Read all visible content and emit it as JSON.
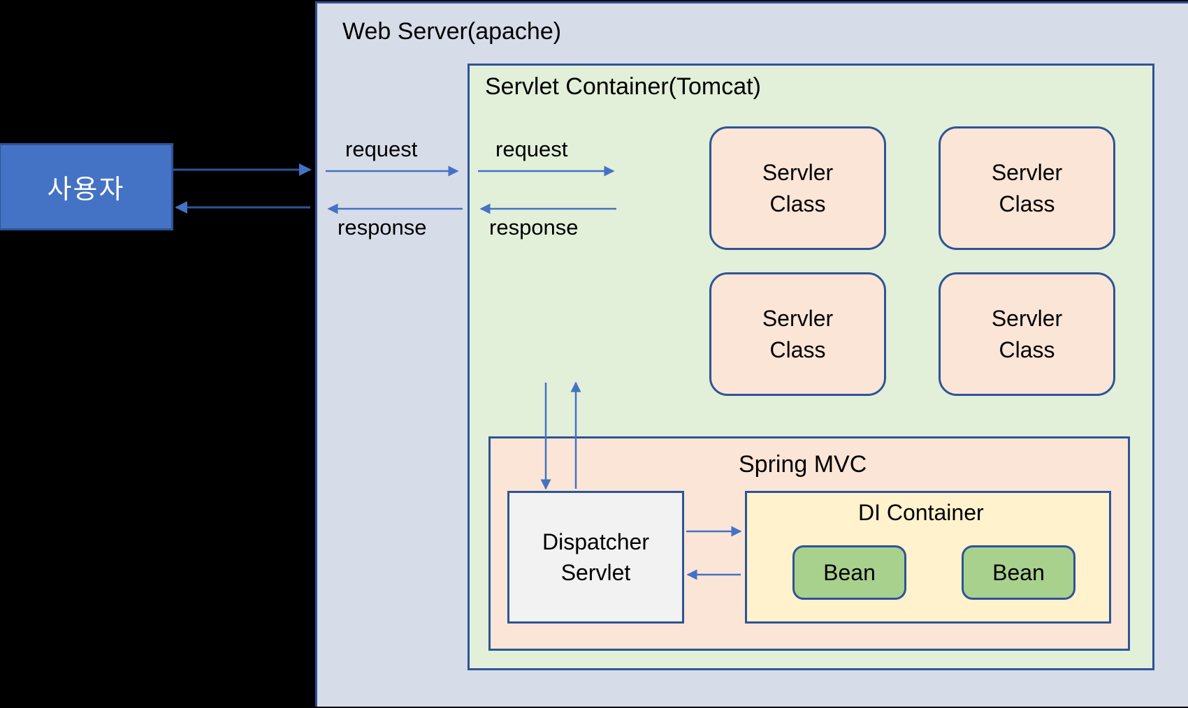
{
  "diagram": {
    "title": "Web Server(apache)",
    "background_color": "#000000"
  },
  "actor": {
    "label": "사용자",
    "fill": "#4472C4",
    "border": "#2E5496",
    "text_color": "#FFFFFF"
  },
  "web_server": {
    "title": "Web Server(apache)",
    "fill": "#D6DCE8",
    "border": "#2E5496"
  },
  "servlet_container": {
    "title": "Servlet Container(Tomcat)",
    "fill": "#E2EFD9",
    "border": "#2E5496",
    "servler_classes": [
      {
        "line1": "Servler",
        "line2": "Class"
      },
      {
        "line1": "Servler",
        "line2": "Class"
      },
      {
        "line1": "Servler",
        "line2": "Class"
      },
      {
        "line1": "Servler",
        "line2": "Class"
      }
    ],
    "servler_class_fill": "#FBE5D6"
  },
  "spring_mvc": {
    "title": "Spring MVC",
    "fill": "#FBE5D6",
    "border": "#2E5496",
    "dispatcher_servlet": {
      "line1": "Dispatcher",
      "line2": "Servlet",
      "fill": "#F2F2F2"
    },
    "di_container": {
      "title": "DI Container",
      "fill": "#FFF2CC",
      "beans": [
        {
          "label": "Bean"
        },
        {
          "label": "Bean"
        }
      ],
      "bean_fill": "#A9D18E"
    }
  },
  "flows": {
    "arrow_color": "#4472C4",
    "user_to_webserver": "",
    "webserver_to_user": "",
    "request_1": "request",
    "response_1": "response",
    "request_2": "request",
    "response_2": "response"
  }
}
